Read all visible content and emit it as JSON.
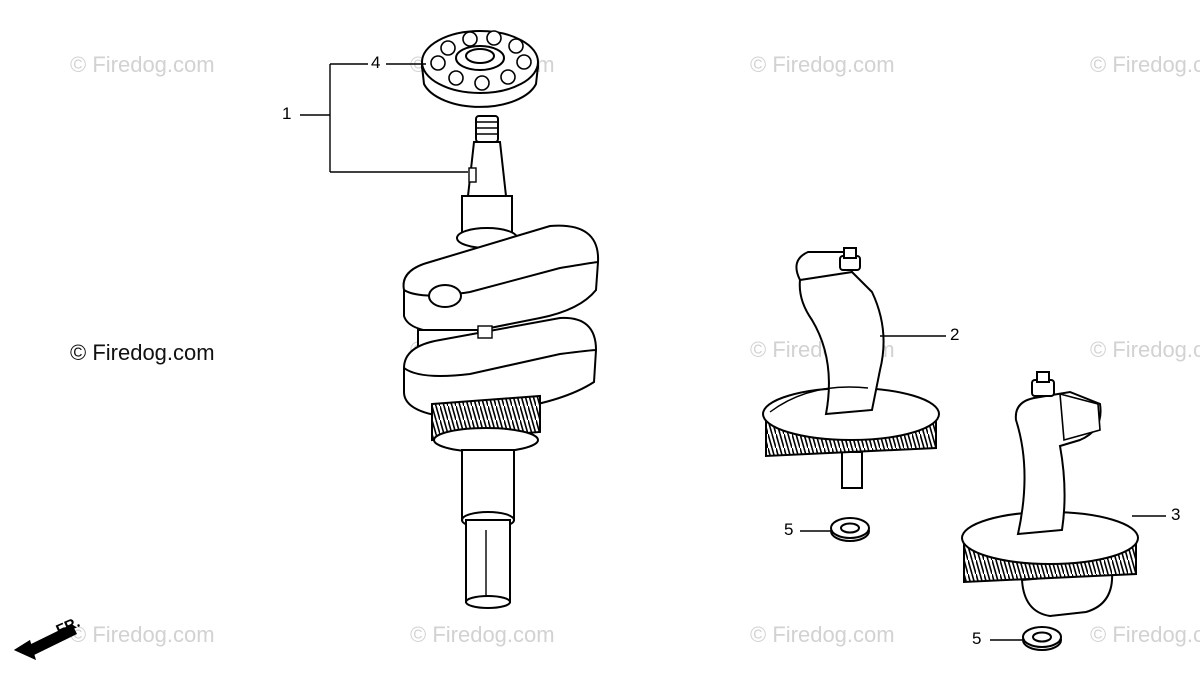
{
  "watermarks": {
    "text": "© Firedog.com"
  },
  "callouts": {
    "c1": "1",
    "c2": "2",
    "c3": "3",
    "c4": "4",
    "c5a": "5",
    "c5b": "5"
  },
  "direction_label": "FR."
}
